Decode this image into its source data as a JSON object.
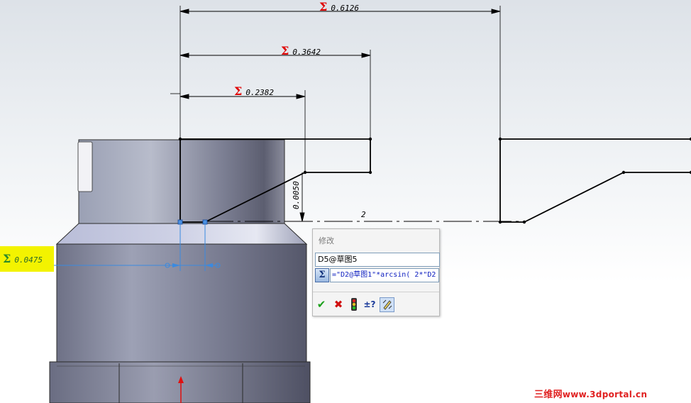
{
  "dimensions": {
    "top_overall": "0.6126",
    "second": "0.3642",
    "third": "0.2382",
    "vertical_step": "0.0050",
    "centerline_label": "2",
    "highlighted": "0.0475",
    "sigma": "Σ"
  },
  "dialog": {
    "title": "修改",
    "dimension_name": "D5@草图5",
    "sigma_symbol": "Σ",
    "equation": "=\"D2@草图1\"*arcsin( 2*\"D2",
    "tolerance_label": "±?"
  },
  "watermark": {
    "cn": "三维网",
    "url": "www.3dportal.cn"
  },
  "colors": {
    "dimension_sigma": "#e00000",
    "highlight": "#f3f300",
    "selected_line": "#3a8ae0",
    "part_body": "#7e8095"
  }
}
